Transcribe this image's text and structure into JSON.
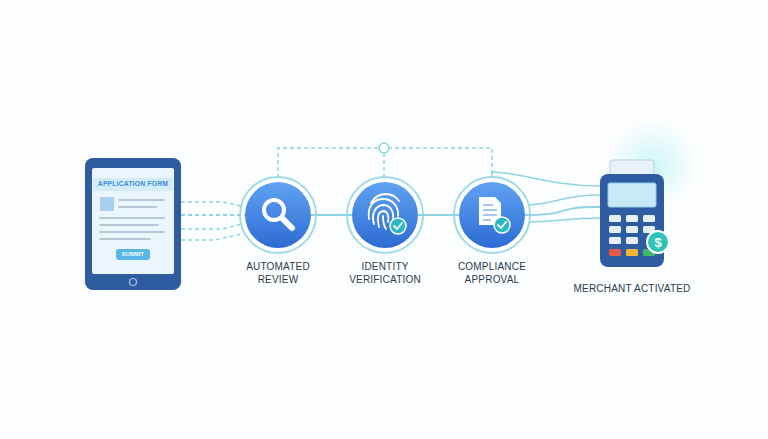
{
  "diagram": {
    "nodes": [
      {
        "text": [
          "APPLICATION FORM",
          "SUBMIT"
        ]
      },
      {
        "text": [
          "AUTOMATED REVIEW"
        ]
      },
      {
        "text": [
          "IDENTITY VERIFICATION"
        ]
      },
      {
        "text": [
          "COMPLIANCE APPROVAL"
        ]
      },
      {
        "text": [
          "MERCHANT ACTIVATED"
        ]
      }
    ],
    "edges": [
      {
        "from": 0,
        "to": 1,
        "arrow": "none"
      },
      {
        "from": 1,
        "to": 2,
        "arrow": "none"
      },
      {
        "from": 2,
        "to": 3,
        "arrow": "none"
      },
      {
        "from": 3,
        "to": 4,
        "arrow": "none"
      }
    ],
    "labels": [
      "$"
    ]
  }
}
